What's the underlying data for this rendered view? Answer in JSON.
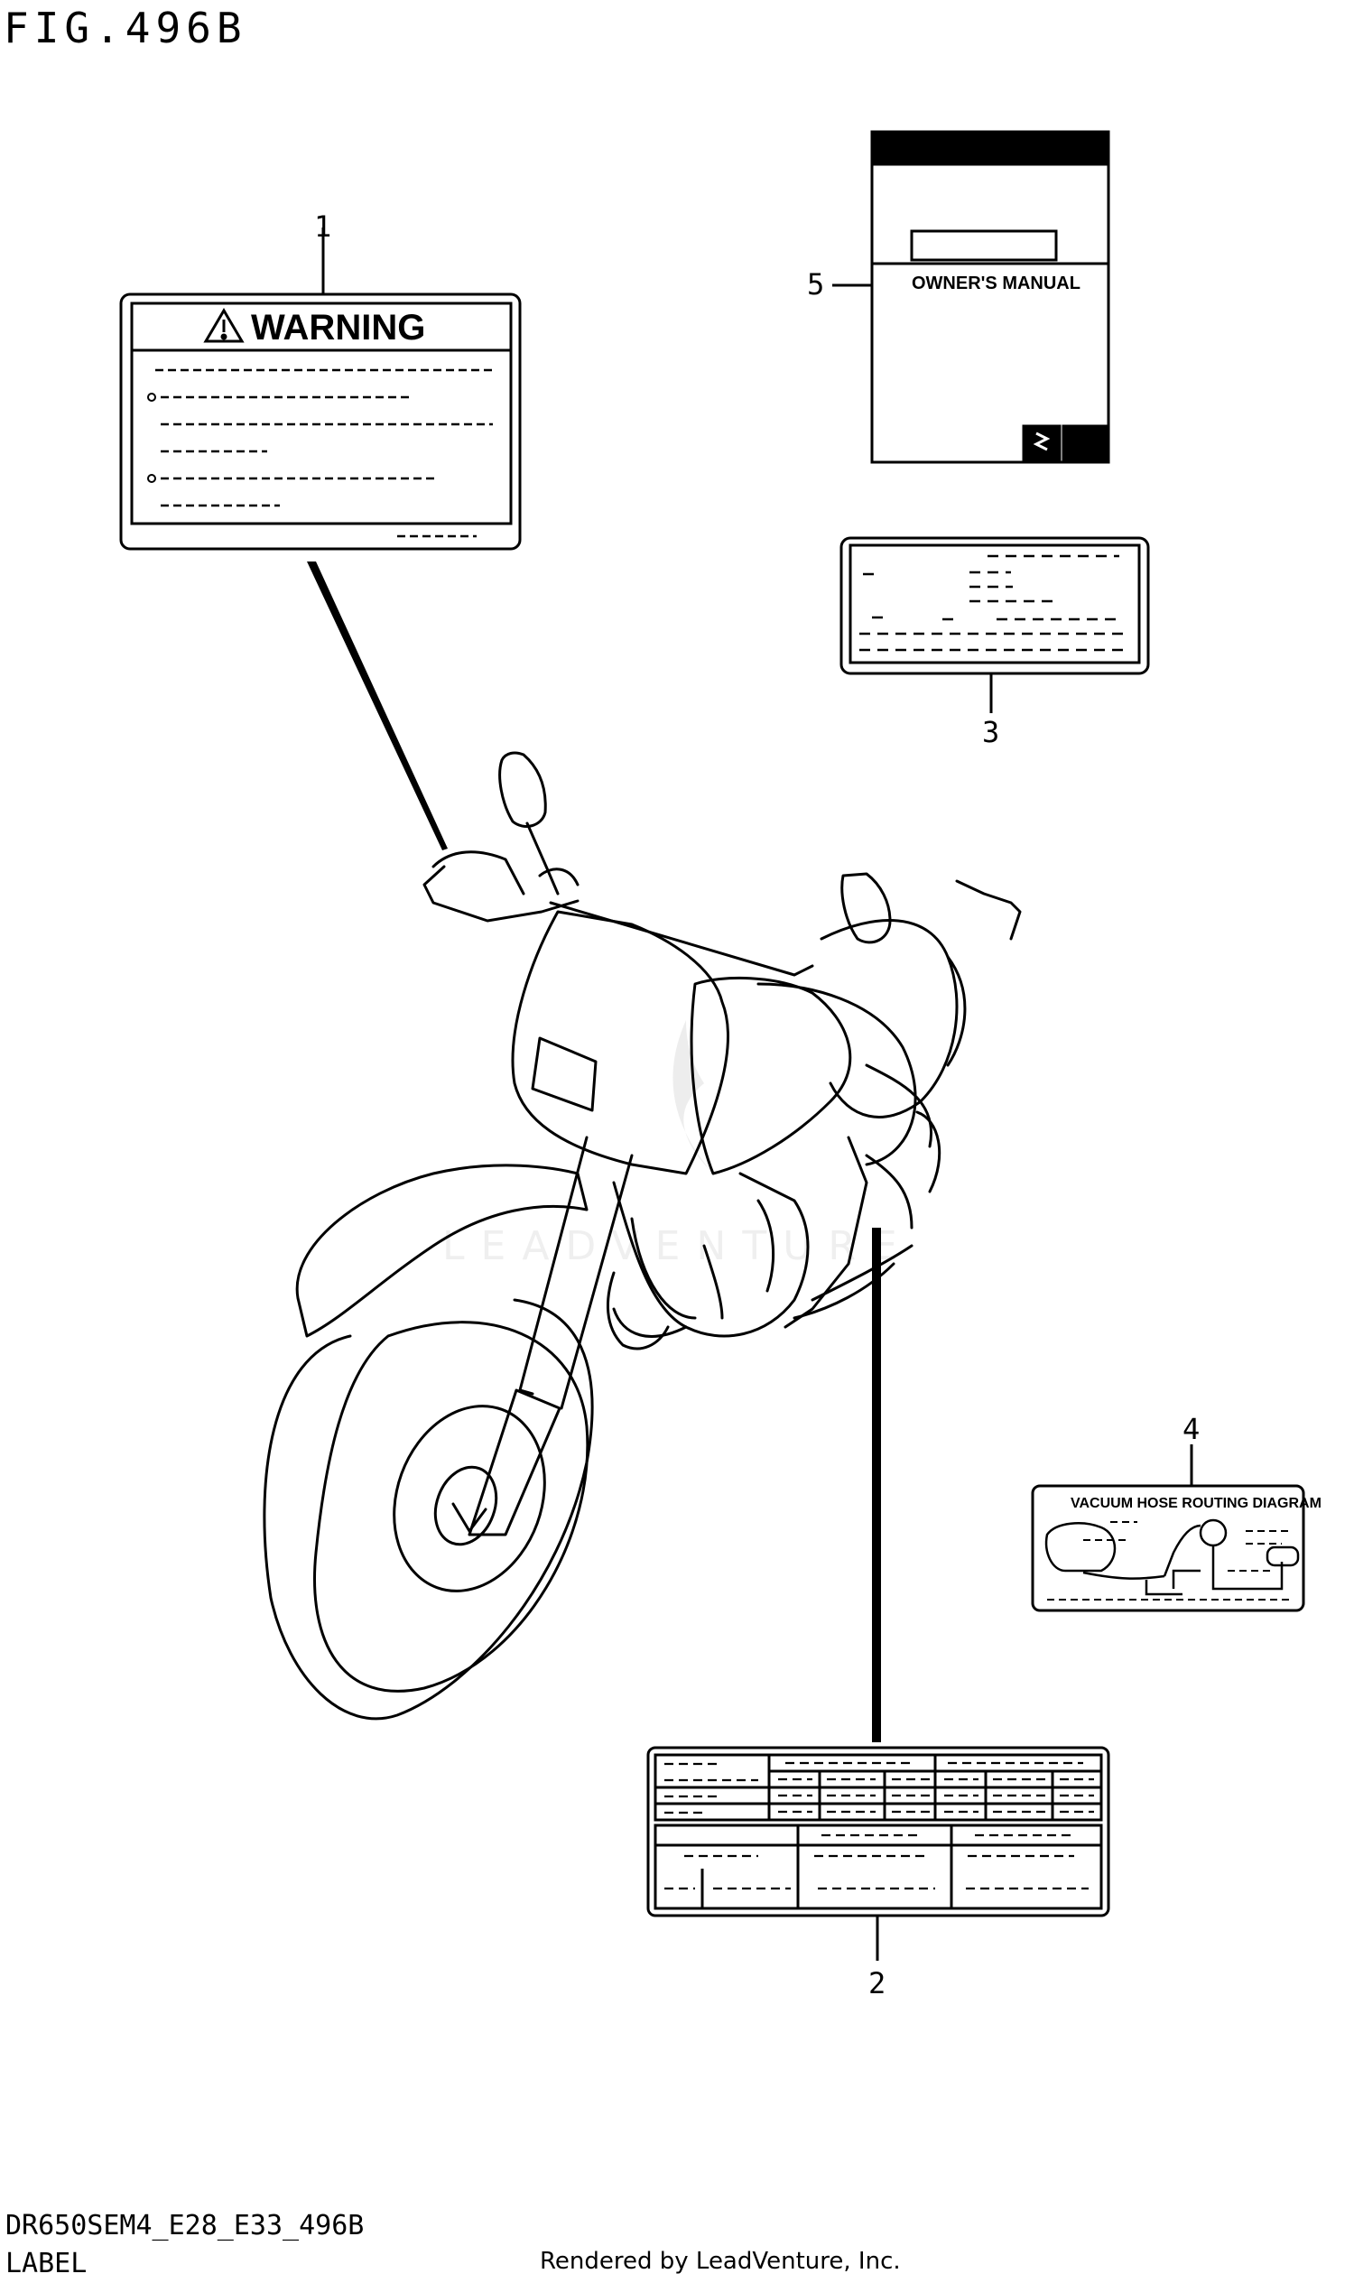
{
  "figure": {
    "title": "FIG.496B",
    "code": "DR650SEM4_E28_E33_496B",
    "section": "LABEL",
    "credit": "Rendered by LeadVenture, Inc.",
    "watermark": "LEADVENTURE"
  },
  "callouts": {
    "c1": "1",
    "c2": "2",
    "c3": "3",
    "c4": "4",
    "c5": "5"
  },
  "labels": {
    "warning_heading": "WARNING",
    "manual_title": "OWNER'S MANUAL",
    "vacuum_title": "VACUUM HOSE ROUTING DIAGRAM"
  }
}
